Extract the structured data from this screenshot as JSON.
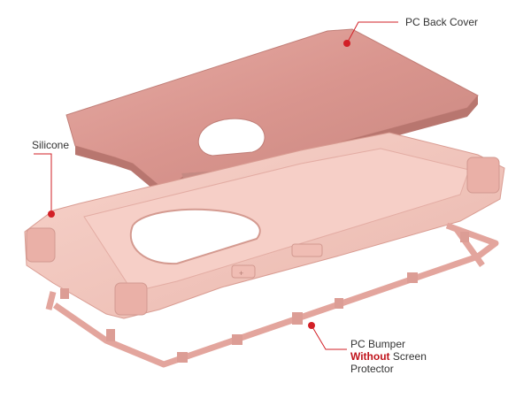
{
  "callouts": {
    "back_cover": "PC Back Cover",
    "silicone": "Silicone",
    "bumper_line1": "PC Bumper",
    "bumper_emphasis": "Without",
    "bumper_line2_rest": " Screen",
    "bumper_line3": "Protector"
  },
  "colors": {
    "cover": "#d9958e",
    "silicone": "#f2c4bb",
    "bumper": "#e8aaa3",
    "callout_line": "#d21f26",
    "callout_dot": "#d21f26",
    "emphasis": "#c0131b"
  }
}
